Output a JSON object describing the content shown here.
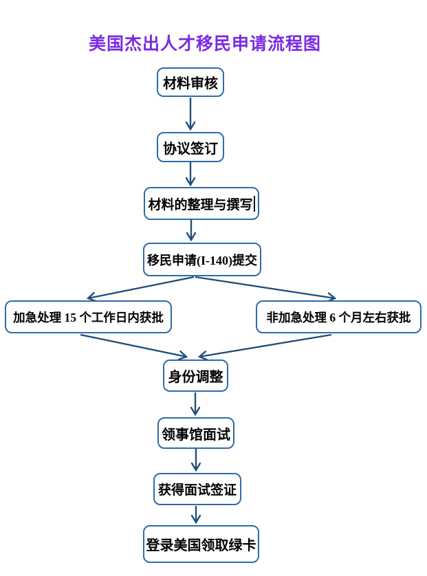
{
  "title": {
    "text": "美国杰出人才移民申请流程图"
  },
  "colors": {
    "title_text": "#7A2BE2",
    "box_border": "#2E6BA8",
    "arrow": "#1F4E79",
    "box_text": "#000000",
    "background": "#FFFFFF"
  },
  "flowchart": {
    "type": "flowchart",
    "nodes": [
      {
        "id": "material-review",
        "label": "材料审核"
      },
      {
        "id": "agreement-signing",
        "label": "协议签订"
      },
      {
        "id": "material-organize-write",
        "label": "材料的整理与撰写"
      },
      {
        "id": "i140-submit",
        "label": "移民申请(I-140)提交"
      },
      {
        "id": "expedited-15-workdays",
        "label": "加急处理 15 个工作日内获批"
      },
      {
        "id": "regular-6-months",
        "label": "非加急处理 6 个月左右获批"
      },
      {
        "id": "status-adjustment",
        "label": "身份调整"
      },
      {
        "id": "consulate-interview",
        "label": "领事馆面试"
      },
      {
        "id": "interview-visa",
        "label": "获得面试签证"
      },
      {
        "id": "land-us-green-card",
        "label": "登录美国领取绿卡"
      }
    ],
    "edges": [
      {
        "from": "material-review",
        "to": "agreement-signing"
      },
      {
        "from": "agreement-signing",
        "to": "material-organize-write"
      },
      {
        "from": "material-organize-write",
        "to": "i140-submit"
      },
      {
        "from": "i140-submit",
        "to": "expedited-15-workdays"
      },
      {
        "from": "i140-submit",
        "to": "regular-6-months"
      },
      {
        "from": "expedited-15-workdays",
        "to": "status-adjustment"
      },
      {
        "from": "regular-6-months",
        "to": "status-adjustment"
      },
      {
        "from": "status-adjustment",
        "to": "consulate-interview"
      },
      {
        "from": "consulate-interview",
        "to": "interview-visa"
      },
      {
        "from": "interview-visa",
        "to": "land-us-green-card"
      }
    ]
  }
}
